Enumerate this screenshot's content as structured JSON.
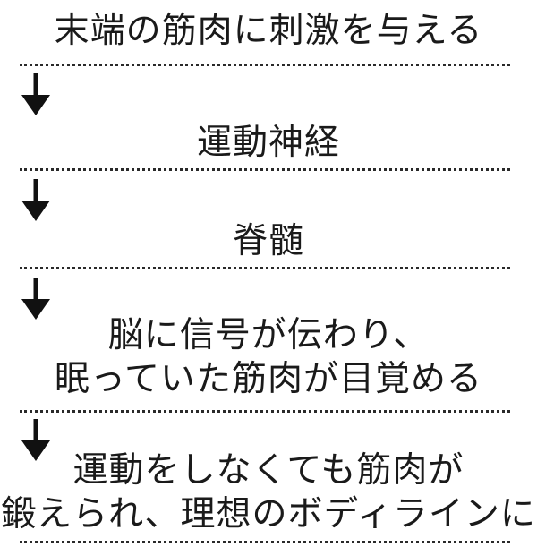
{
  "steps": [
    {
      "lines": [
        "末端の筋肉に刺激を与える"
      ]
    },
    {
      "lines": [
        "運動神経"
      ]
    },
    {
      "lines": [
        "脊髄"
      ]
    },
    {
      "lines": [
        "脳に信号が伝わり、",
        "眠っていた筋肉が目覚める"
      ]
    },
    {
      "lines": [
        "運動をしなくても筋肉が",
        "鍛えられ、理想のボディラインに"
      ]
    }
  ],
  "icons": {
    "arrow": "arrow-down-icon"
  },
  "colors": {
    "text": "#1a1a1a",
    "divider": "#2a2a2a",
    "arrow": "#111111"
  }
}
